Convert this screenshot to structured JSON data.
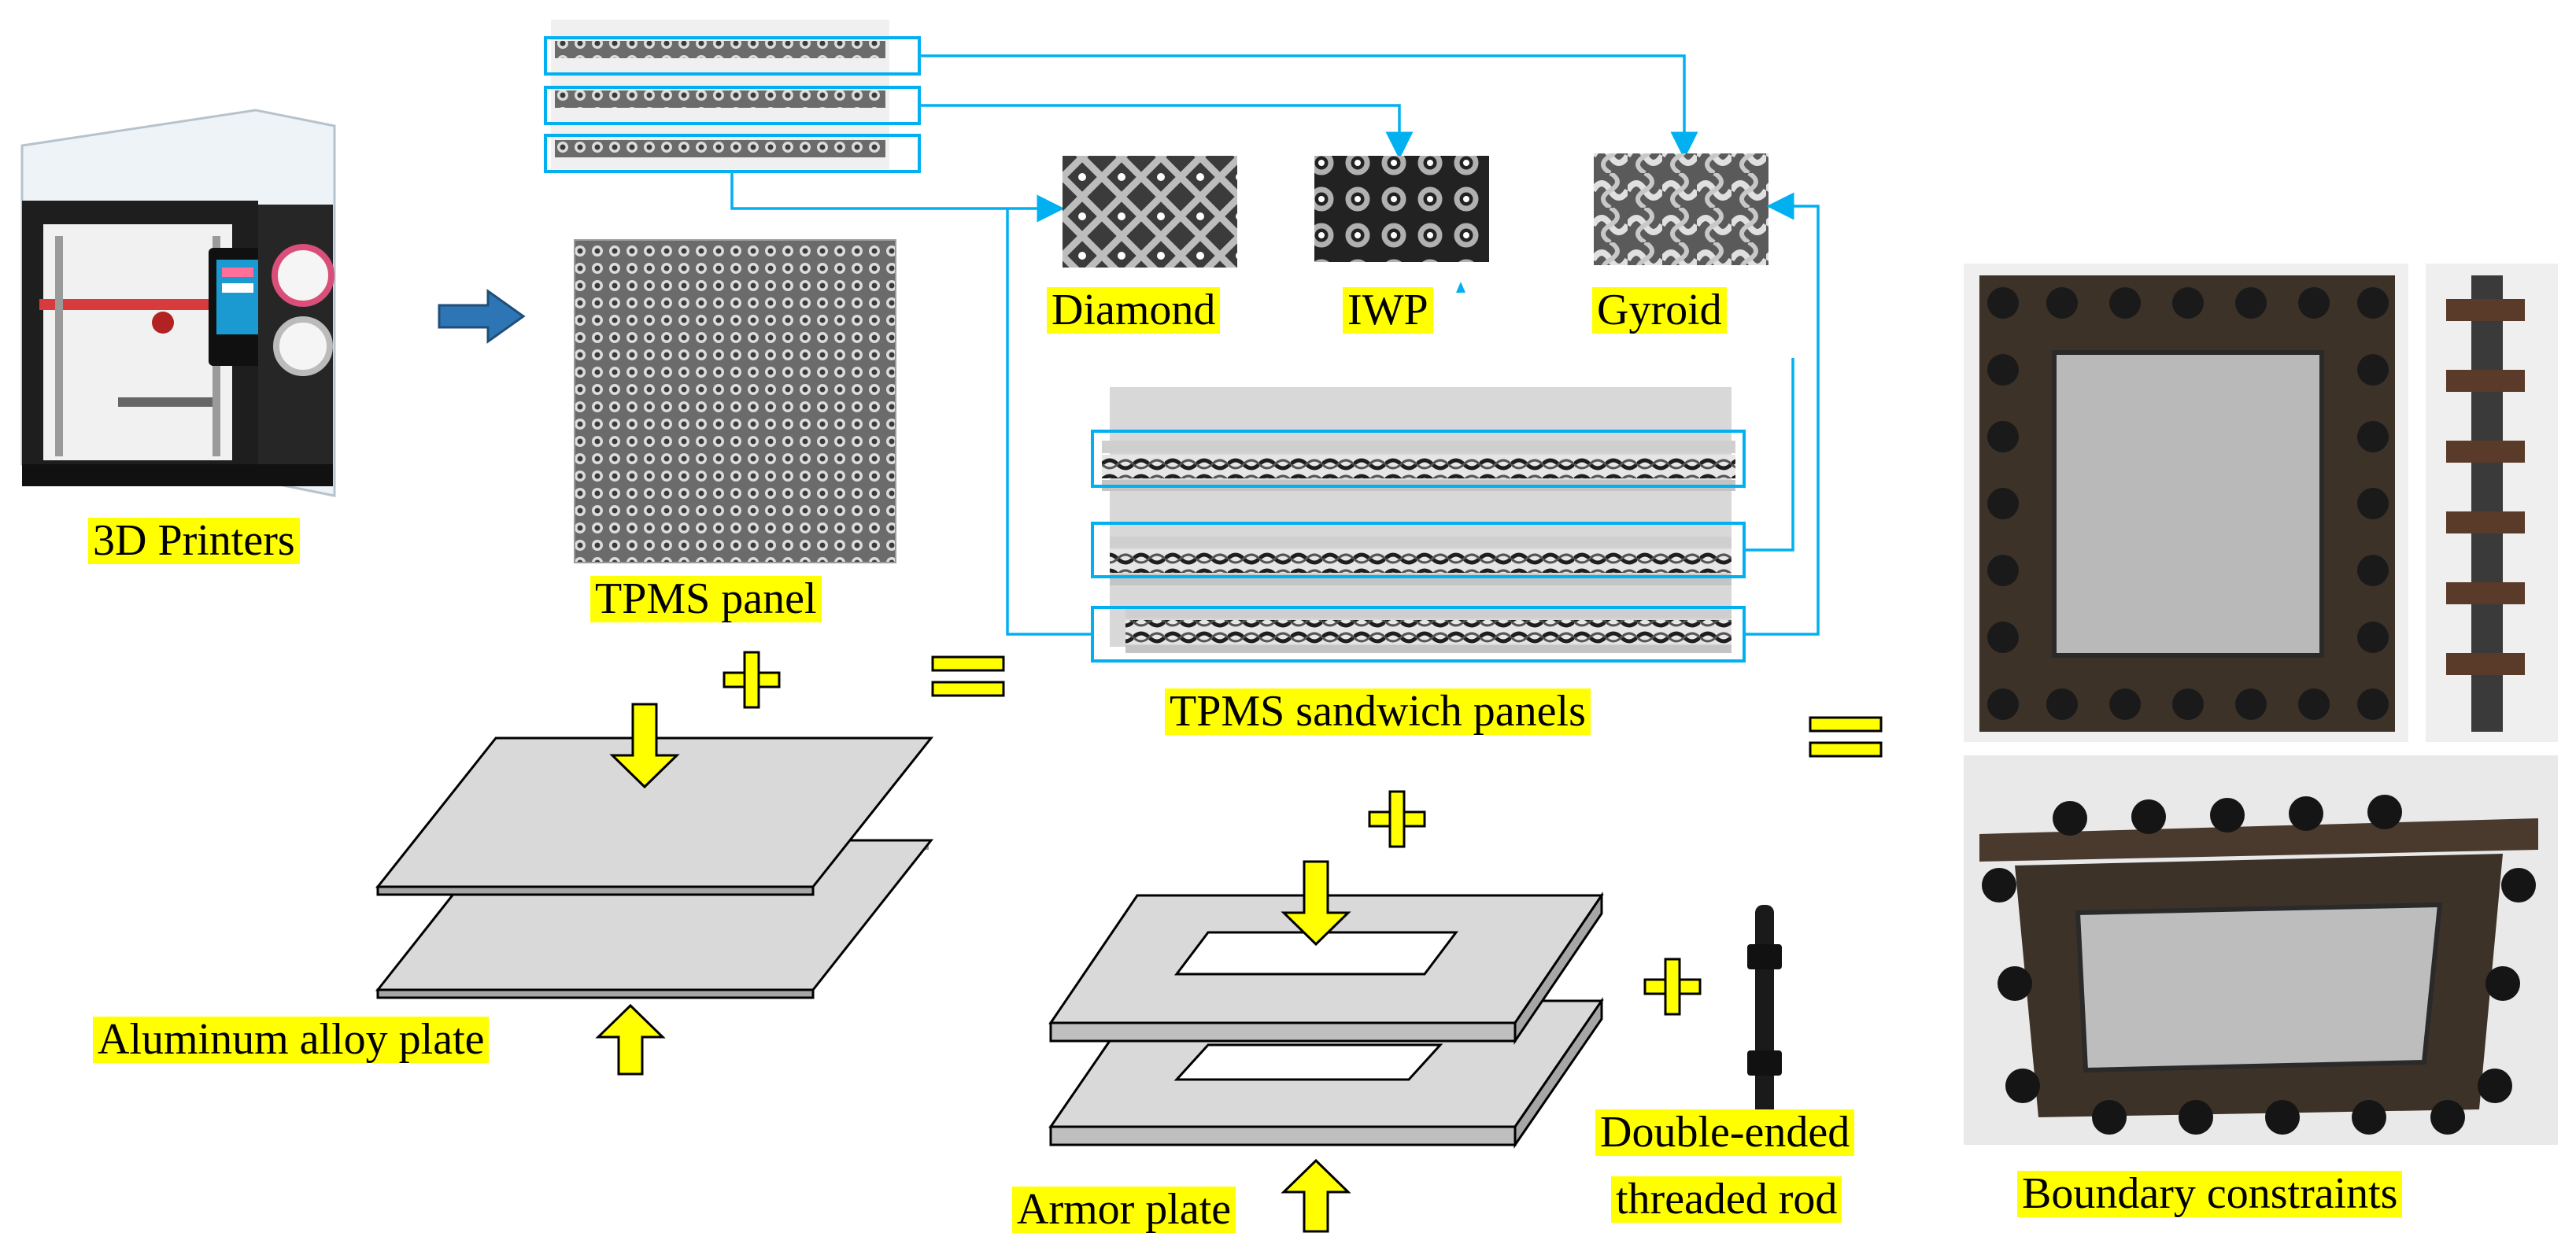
{
  "labels": {
    "printers": "3D Printers",
    "tpms_panel": "TPMS panel",
    "diamond": "Diamond",
    "iwp": "IWP",
    "gyroid": "Gyroid",
    "sandwich": "TPMS sandwich panels",
    "aluminum": "Aluminum alloy plate",
    "armor": "Armor plate",
    "rod_line1": "Double-ended",
    "rod_line2": "threaded rod",
    "boundary": "Boundary constraints"
  },
  "colors": {
    "highlight": "#ffff00",
    "connector": "#00b0f0",
    "arrow_blue": "#2e75b6",
    "operator": "#ffff00",
    "plate_fill": "#d9d9d9"
  },
  "operators": {
    "plus": "+",
    "equals": "="
  }
}
